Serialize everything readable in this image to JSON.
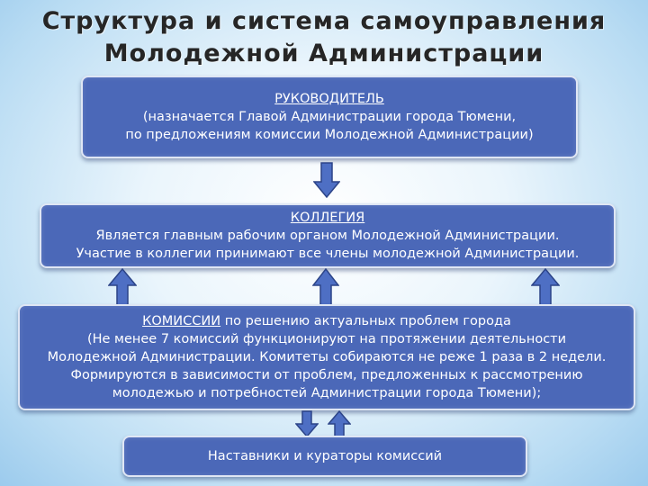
{
  "title": {
    "line1": "Структура и система самоуправления",
    "line2": "Молодежной Администрации"
  },
  "head": {
    "heading": "РУКОВОДИТЕЛЬ",
    "line1": "(назначается Главой Администрации города Тюмени,",
    "line2": "по предложениям комиссии Молодежной Администрации)"
  },
  "collegium": {
    "heading": "КОЛЛЕГИЯ",
    "line1": "Является главным рабочим органом Молодежной Администрации.",
    "line2": "Участие в коллегии принимают все члены молодежной Администрации."
  },
  "commissions": {
    "heading": "КОМИССИИ",
    "heading_rest": " по решению актуальных проблем города",
    "line1": "(Не менее 7 комиссий функционируют на протяжении деятельности",
    "line2": "Молодежной Администрации. Комитеты собираются не реже 1 раза в 2 недели.",
    "line3": "Формируются в зависимости от проблем, предложенных к рассмотрению",
    "line4": "молодежью и потребностей Администрации города Тюмени);"
  },
  "mentors": {
    "label": "Наставники и кураторы комиссий"
  },
  "colors": {
    "box_fill": "#4b68b8",
    "box_border": "#dfe6f4",
    "arrow_fill": "#4e6fc4",
    "arrow_stroke": "#2c4488"
  }
}
